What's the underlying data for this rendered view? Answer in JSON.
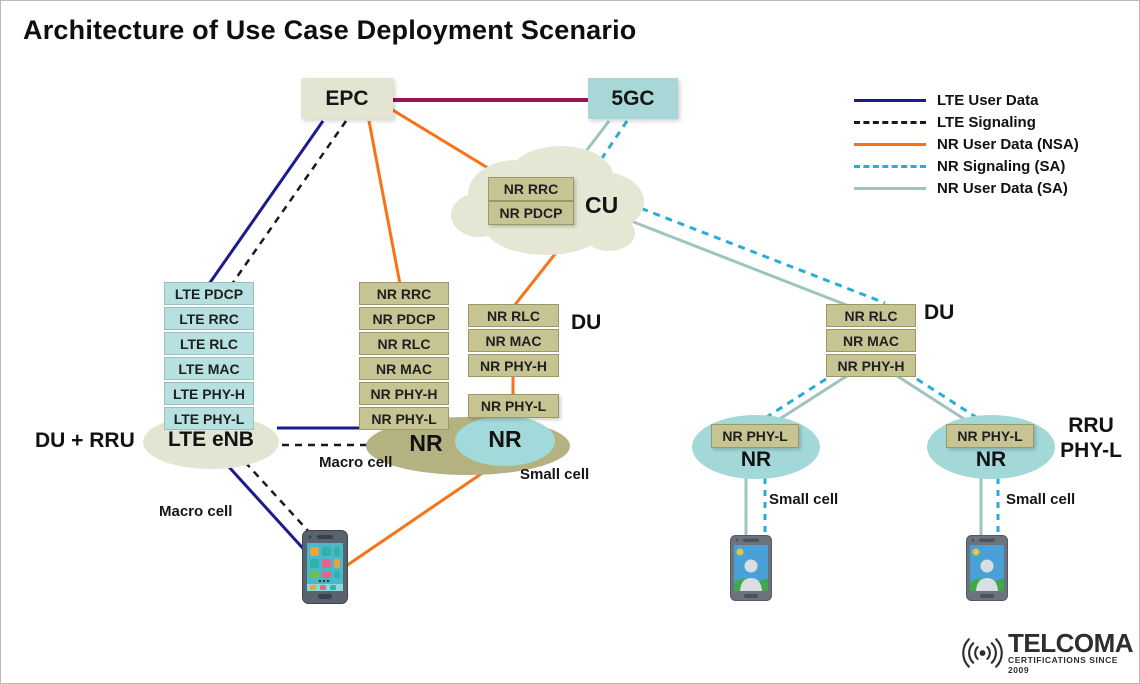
{
  "title": "Architecture of Use Case Deployment Scenario",
  "nodes": {
    "epc": "EPC",
    "fivegc": "5GC",
    "cu": "CU",
    "du_mid": "DU",
    "du_right": "DU",
    "du_rru": "DU + RRU",
    "rru_phyl_label": "RRU\nPHY-L",
    "lte_enb": "LTE eNB",
    "nr_macro": "NR",
    "nr_small": "NR",
    "nr_rru1": "NR",
    "nr_rru2": "NR"
  },
  "stacks": {
    "lte": [
      "LTE PDCP",
      "LTE RRC",
      "LTE RLC",
      "LTE MAC",
      "LTE PHY-H",
      "LTE PHY-L"
    ],
    "nr": [
      "NR RRC",
      "NR PDCP",
      "NR RLC",
      "NR MAC",
      "NR PHY-H",
      "NR PHY-L"
    ],
    "cu": [
      "NR RRC",
      "NR PDCP"
    ],
    "du_mid": [
      "NR RLC",
      "NR MAC",
      "NR PHY-H"
    ],
    "du_mid_phyl": "NR PHY-L",
    "du_right": [
      "NR RLC",
      "NR MAC",
      "NR PHY-H"
    ],
    "rru1_phyl": "NR PHY-L",
    "rru2_phyl": "NR PHY-L"
  },
  "labels": {
    "macro_cell_right": "Macro cell",
    "macro_cell_left": "Macro cell",
    "small_cell_mid": "Small cell",
    "small_cell_rru1": "Small cell",
    "small_cell_rru2": "Small cell"
  },
  "legend": {
    "items": [
      {
        "label": "LTE User Data",
        "color": "#1b1b8e",
        "style": "solid"
      },
      {
        "label": "LTE Signaling",
        "color": "#1a1a1a",
        "style": "dashed"
      },
      {
        "label": "NR User Data (NSA)",
        "color": "#f97316",
        "style": "solid"
      },
      {
        "label": "NR Signaling (SA)",
        "color": "#27aed8",
        "style": "dashed"
      },
      {
        "label": "NR User Data (SA)",
        "color": "#9fc3bf",
        "style": "solid"
      }
    ]
  },
  "logo": {
    "name": "TELCOMA",
    "tagline": "CERTIFICATIONS SINCE 2009"
  },
  "colors": {
    "epc_box": "#e3e5d2",
    "fivegc_box": "#a7d7d6",
    "lte_stack": "#b7e1e1",
    "nr_stack": "#c6c493",
    "cloud": "#e5e7d5",
    "macro_ellipse": "#b5b282",
    "small_ellipse": "#a2dadb",
    "epc_5gc_link": "#9c1257"
  }
}
